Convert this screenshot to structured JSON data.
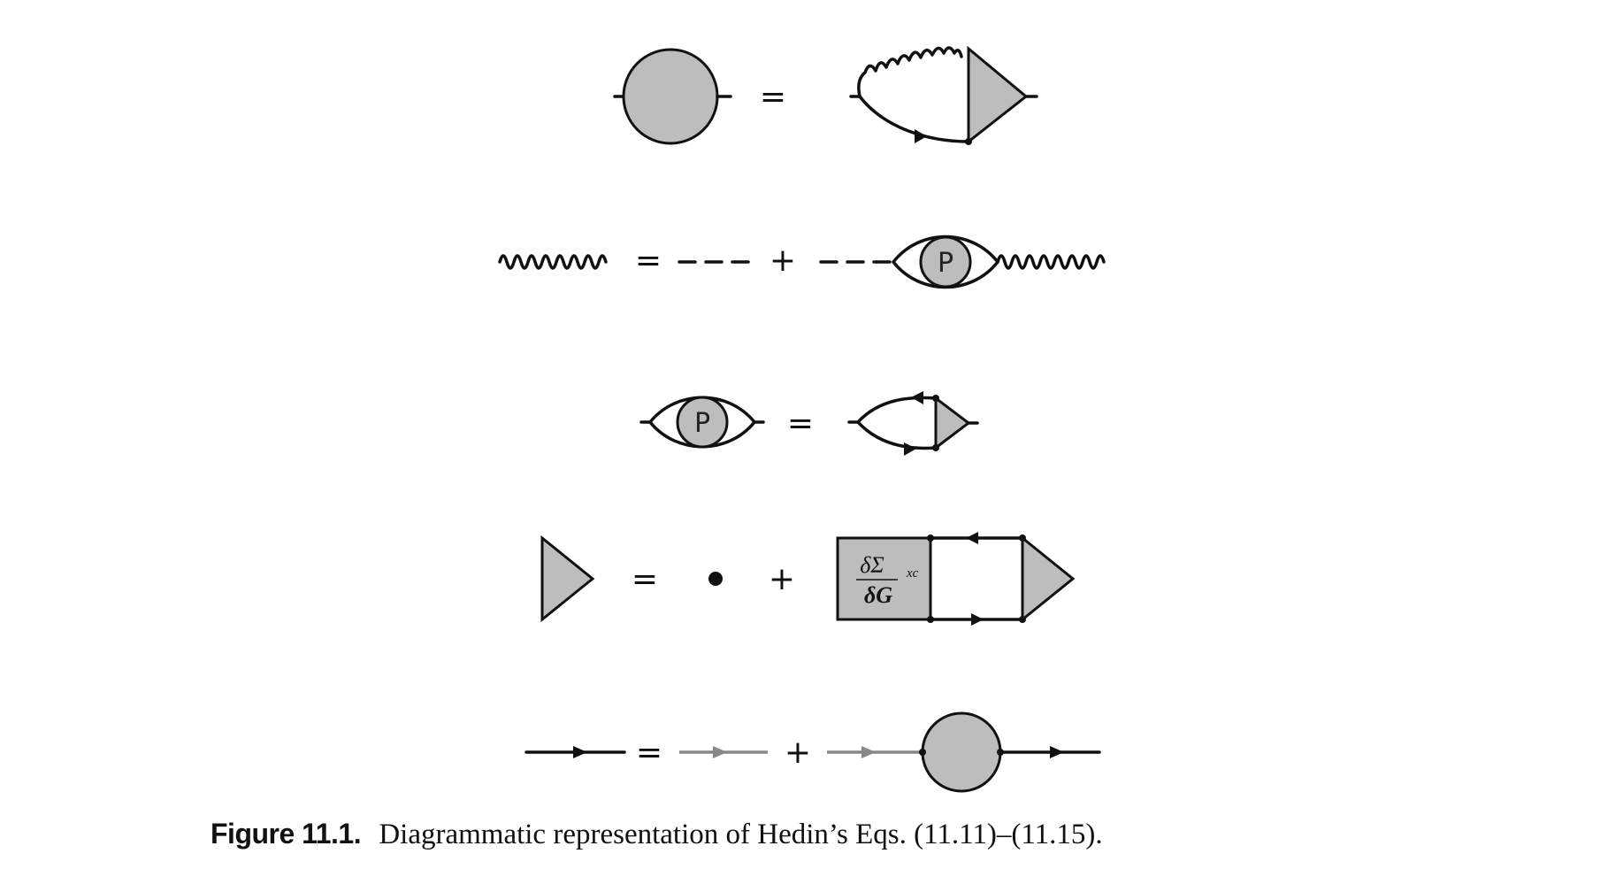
{
  "diagram": {
    "rows": [
      {
        "id": "self-energy",
        "operators": [
          "="
        ]
      },
      {
        "id": "screened-interaction",
        "operators": [
          "=",
          "+"
        ],
        "labels": [
          "P"
        ]
      },
      {
        "id": "polarizability",
        "operators": [
          "="
        ],
        "labels": [
          "P"
        ]
      },
      {
        "id": "vertex",
        "operators": [
          "=",
          "+"
        ],
        "box": {
          "numerator": "δΣ",
          "subscript": "xc",
          "denominator": "δG"
        }
      },
      {
        "id": "greens-function",
        "operators": [
          "=",
          "+"
        ]
      }
    ],
    "colors": {
      "line": "#111111",
      "fill": "#bdbdbd",
      "bare_line": "#888888"
    }
  },
  "caption": {
    "label": "Figure 11.1.",
    "text": "Diagrammatic representation of Hedin’s Eqs. (11.11)–(11.15)."
  }
}
